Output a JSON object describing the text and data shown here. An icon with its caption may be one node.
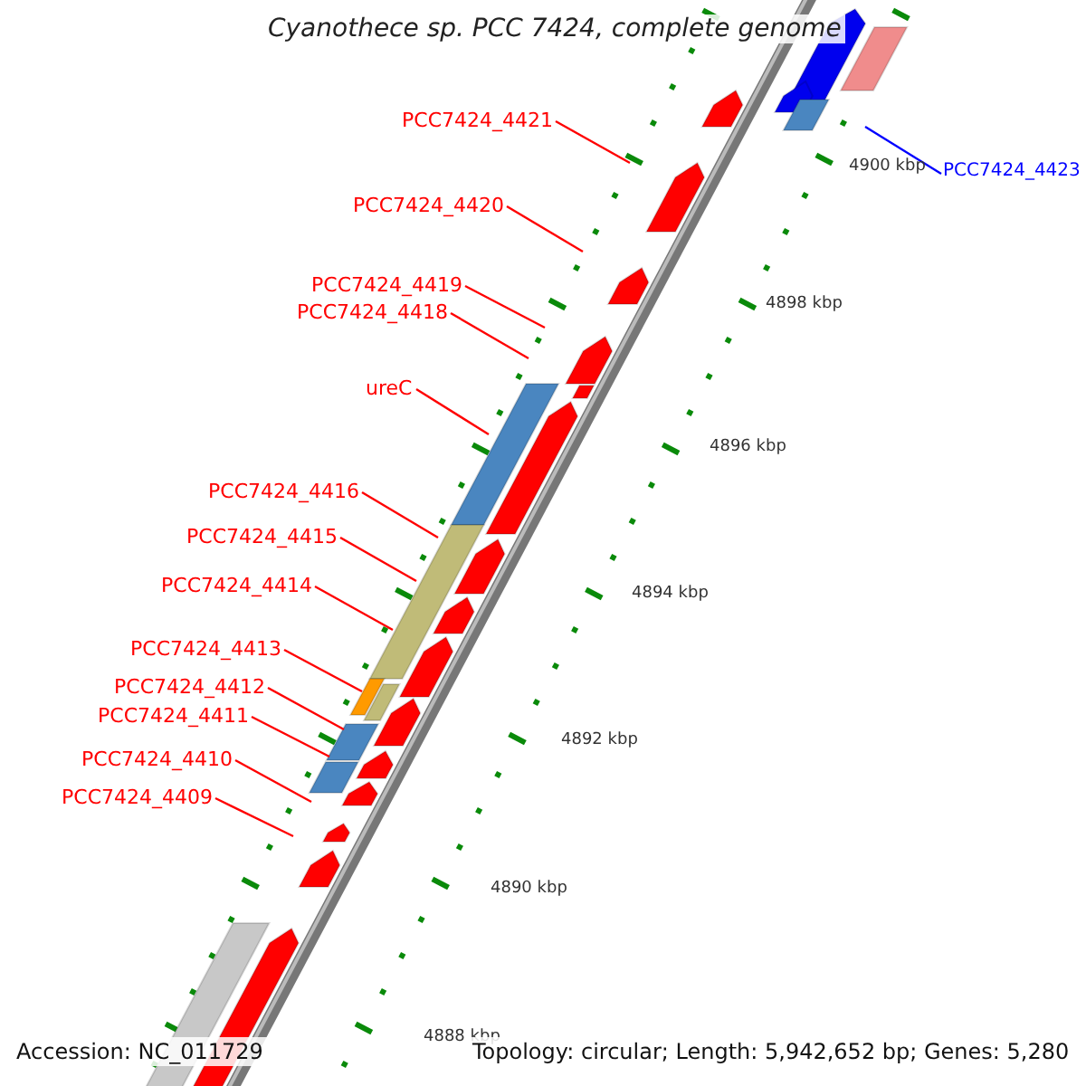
{
  "diagram": {
    "title": "Cyanothece sp. PCC 7424, complete genome",
    "nodes": [
      {
        "text": [
          "PCC7424_4423"
        ]
      },
      {
        "text": [
          "PCC7424_4421"
        ]
      },
      {
        "text": [
          "PCC7424_4420"
        ]
      },
      {
        "text": [
          "PCC7424_4419"
        ]
      },
      {
        "text": [
          "PCC7424_4418"
        ]
      },
      {
        "text": [
          "ureC"
        ]
      },
      {
        "text": [
          "PCC7424_4416"
        ]
      },
      {
        "text": [
          "PCC7424_4415"
        ]
      },
      {
        "text": [
          "PCC7424_4414"
        ]
      },
      {
        "text": [
          "PCC7424_4413"
        ]
      },
      {
        "text": [
          "PCC7424_4412"
        ]
      },
      {
        "text": [
          "PCC7424_4411"
        ]
      },
      {
        "text": [
          "PCC7424_4410"
        ]
      },
      {
        "text": [
          "PCC7424_4409"
        ]
      }
    ],
    "edges": [
      {
        "from": 0,
        "to": null,
        "arrow": "none",
        "color": "#0000ff"
      },
      {
        "from": 1,
        "to": null,
        "arrow": "none"
      },
      {
        "from": 2,
        "to": null,
        "arrow": "none"
      },
      {
        "from": 3,
        "to": null,
        "arrow": "none"
      },
      {
        "from": 4,
        "to": null,
        "arrow": "none"
      },
      {
        "from": 5,
        "to": null,
        "arrow": "none"
      },
      {
        "from": 6,
        "to": null,
        "arrow": "none"
      },
      {
        "from": 7,
        "to": null,
        "arrow": "none"
      },
      {
        "from": 8,
        "to": null,
        "arrow": "none"
      },
      {
        "from": 9,
        "to": null,
        "arrow": "none"
      },
      {
        "from": 10,
        "to": null,
        "arrow": "none"
      },
      {
        "from": 11,
        "to": null,
        "arrow": "none"
      },
      {
        "from": 12,
        "to": null,
        "arrow": "none"
      },
      {
        "from": 13,
        "to": null,
        "arrow": "none"
      }
    ],
    "labels": [
      "4900 kbp",
      "4898 kbp",
      "4896 kbp",
      "4894 kbp",
      "4892 kbp",
      "4890 kbp",
      "4888 kbp",
      "Accession: NC_011729",
      "Topology: circular; Length: 5,942,652 bp; Genes: 5,280"
    ]
  }
}
